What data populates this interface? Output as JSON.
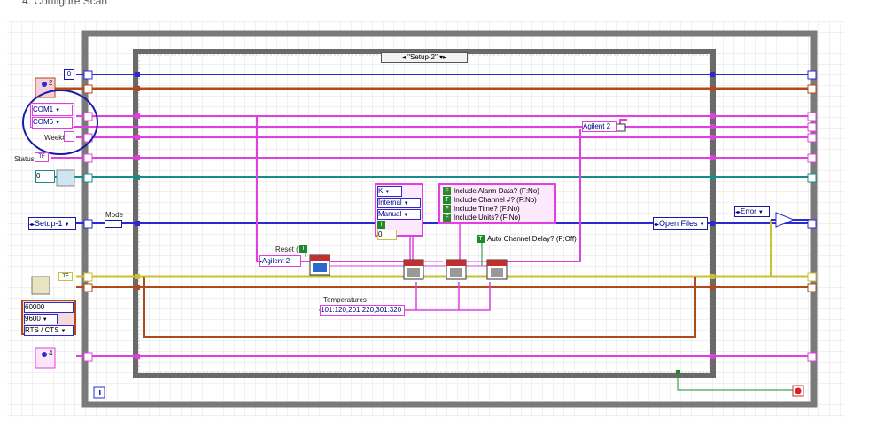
{
  "page": {
    "heading": "4. Configure Scan"
  },
  "case_selector": {
    "value": "\"Setup-2\""
  },
  "left_controls": {
    "index_const": "0",
    "com_ports": [
      "COM1",
      "COM6"
    ],
    "week_label": "Week#",
    "status_label": "Status",
    "status_const": "TF",
    "numeric_const": "0",
    "setup_enum": "Setup-1",
    "mode_label": "Mode",
    "serial": {
      "timeout": "60000",
      "baud": "9600",
      "flow": "RTS / CTS"
    },
    "tf_const": "TF",
    "icon_digit_1": "2",
    "icon_digit_2": "4"
  },
  "inner": {
    "reset_label": "Reset (F)",
    "reset_bool": "T",
    "agilent_ref": "Agilent 2",
    "agilent_out": "Agilent 2",
    "config_enums": [
      "K",
      "Internal",
      "Manual"
    ],
    "config_bool": "T",
    "config_num": "0",
    "include_options": [
      {
        "bool": "F",
        "label": "Include Alarm Data? (F:No)"
      },
      {
        "bool": "T",
        "label": "Include Channel #? (F:No)"
      },
      {
        "bool": "F",
        "label": "Include Time? (F:No)"
      },
      {
        "bool": "F",
        "label": "Include Units? (F:No)"
      }
    ],
    "auto_delay_bool": "T",
    "auto_delay_label": "Auto Channel Delay? (F:Off)",
    "temps_label": "Temperatures",
    "temps_value": "101:120,201:220,301:320"
  },
  "right": {
    "open_files": "Open Files",
    "error": "Error"
  },
  "colors": {
    "pink": "#e040e0",
    "blue": "#2a2ad0",
    "brown": "#b04a1a",
    "green": "#1c8a2b",
    "olive": "#c9c230",
    "frame": "#7a7a7a"
  }
}
